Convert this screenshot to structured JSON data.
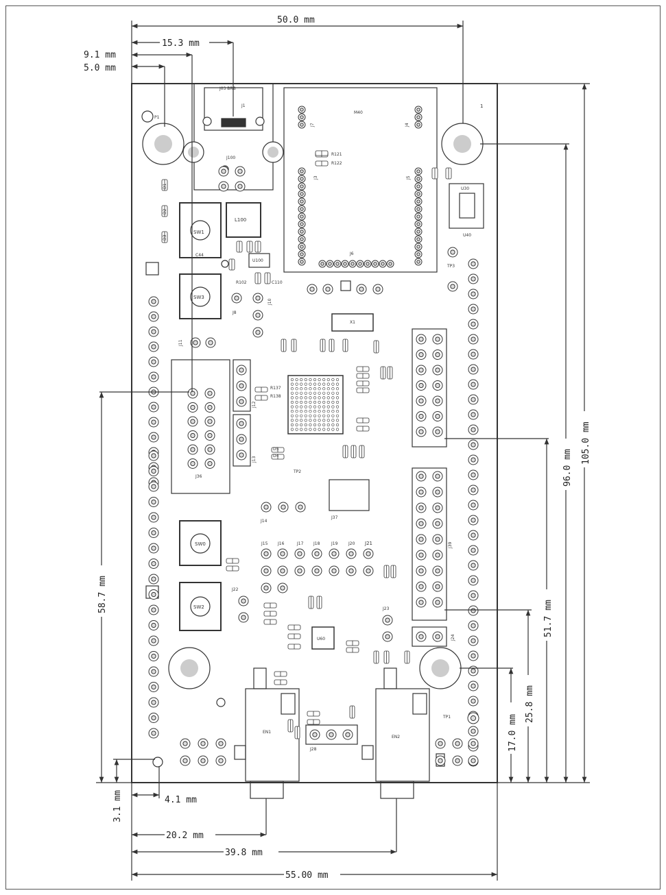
{
  "dimensions": {
    "board_width": "50.0 mm",
    "j1_offset": "15.3 mm",
    "j36_offset": "9.1 mm",
    "p1_offset": "5.0 mm",
    "height_j36": "58.7 mm",
    "height_bottom_hole": "3.1 mm",
    "width_bottom_hole": "4.1 mm",
    "en1_offset": "20.2 mm",
    "en2_offset": "39.8 mm",
    "overall_width": "55.00 mm",
    "height_top_hole": "96.0 mm",
    "overall_height": "105.0 mm",
    "height_j39": "51.7 mm",
    "height_j37": "25.8 mm",
    "height_bottom_right_hole": "17.0 mm"
  },
  "components": {
    "p1": "P1",
    "j1": "J1",
    "j100": "J100",
    "j1_top": "J03 BRB",
    "l100": "L100",
    "u100": "U100",
    "m40": "M40",
    "j7": "J7",
    "j4": "J4",
    "j3": "J3",
    "j5": "J5",
    "j6": "J6",
    "j8": "J8",
    "j10": "J10",
    "j11": "J11",
    "j12": "J12",
    "j13": "J13",
    "j14": "J14",
    "j15": "J15",
    "j16": "J16",
    "j17": "J17",
    "j18": "J18",
    "j19": "J19",
    "j20": "J20",
    "j21": "J21",
    "j22": "J22",
    "j23": "J23",
    "j24": "J24",
    "j28": "J28",
    "j36": "J36",
    "j37": "J37",
    "j39": "J39",
    "sw1": "SW1",
    "sw3": "SW3",
    "sw0": "SW0",
    "sw2": "SW2",
    "x1": "X1",
    "u60": "U60",
    "en1": "EN1",
    "en2": "EN2",
    "tp1": "TP1",
    "tp2": "TP2",
    "tp3": "TP3",
    "l1": "1",
    "d1": "D1",
    "d2": "D2",
    "d3": "D3",
    "d4": "D4",
    "d5": "D5",
    "u30": "U30",
    "c44": "C44",
    "r102": "R102",
    "c110": "C110",
    "r121": "R121",
    "r122": "R122",
    "r138": "R138",
    "r137": "R137",
    "u40": "U40"
  },
  "colors": {
    "line": "#333333",
    "board_fill": "#ffffff",
    "hole_fill": "#cccccc",
    "pad_fill": "#e6e6e6"
  }
}
